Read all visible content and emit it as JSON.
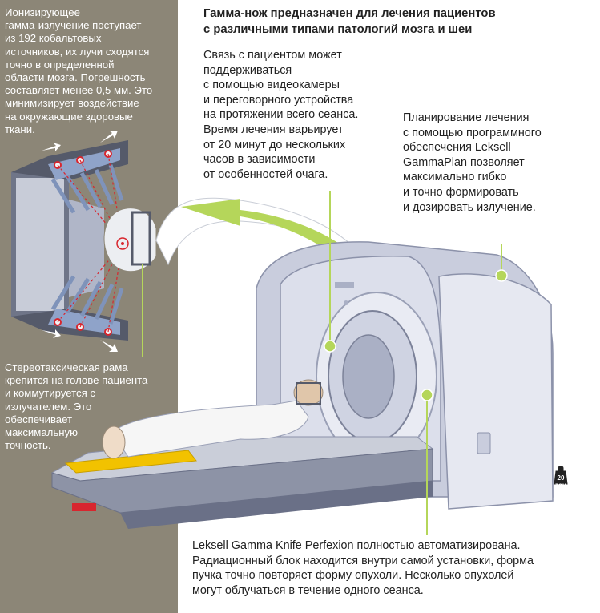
{
  "colors": {
    "panel_bg": "#8c8677",
    "accent_green": "#b5d65a",
    "machine_body": "#dcdfeb",
    "machine_shadow": "#a7acc2",
    "table_yellow": "#f2c200",
    "red_rays": "#d8262e"
  },
  "left_panel": {
    "gamma_text": "Ионизирующее\nгамма-излучение поступает\nиз 192 кобальтовых\nисточников, их лучи сходятся\nточно в определенной\nобласти мозга. Погрешность\nсоставляет менее 0,5 мм. Это\nминимизирует воздействие\nна окружающие здоровые\nткани.",
    "frame_text": "Стереотаксическая рама\nкрепится на голове пациента\nи коммутируется с\nизлучателем. Это\nобеспечивает\nмаксимальную\nточность."
  },
  "main": {
    "title": "Гамма-нож предназначен для лечения пациентов\nс различными типами патологий мозга и шеи",
    "camera_text": "Связь с пациентом может\nподдерживаться\nс помощью видеокамеры\nи переговорного устройства\nна протяжении всего сеанса.\nВремя лечения варьирует\nот 20 минут до нескольких\nчасов в зависимости\nот особенностей очага.",
    "planning_text": "Планирование лечения\nс помощью программного\nобеспечения Leksell\nGammaPlan позволяет\nмаксимально гибко\nи точно формировать\nи дозировать излучение.",
    "bottom_text": "Leksell Gamma Knife Perfexion полностью автоматизирована.\nРадиационный блок находится внутри самой установки, форма\nпучка точно повторяет форму опухоли. Несколько опухолей\nмогут облучаться в течение одного сеанса.",
    "weight_badge": "20\nтон"
  },
  "icons": [
    "weight-icon",
    "callout-dot-icon",
    "curved-arrow-icon",
    "ray-arrow-icon"
  ]
}
